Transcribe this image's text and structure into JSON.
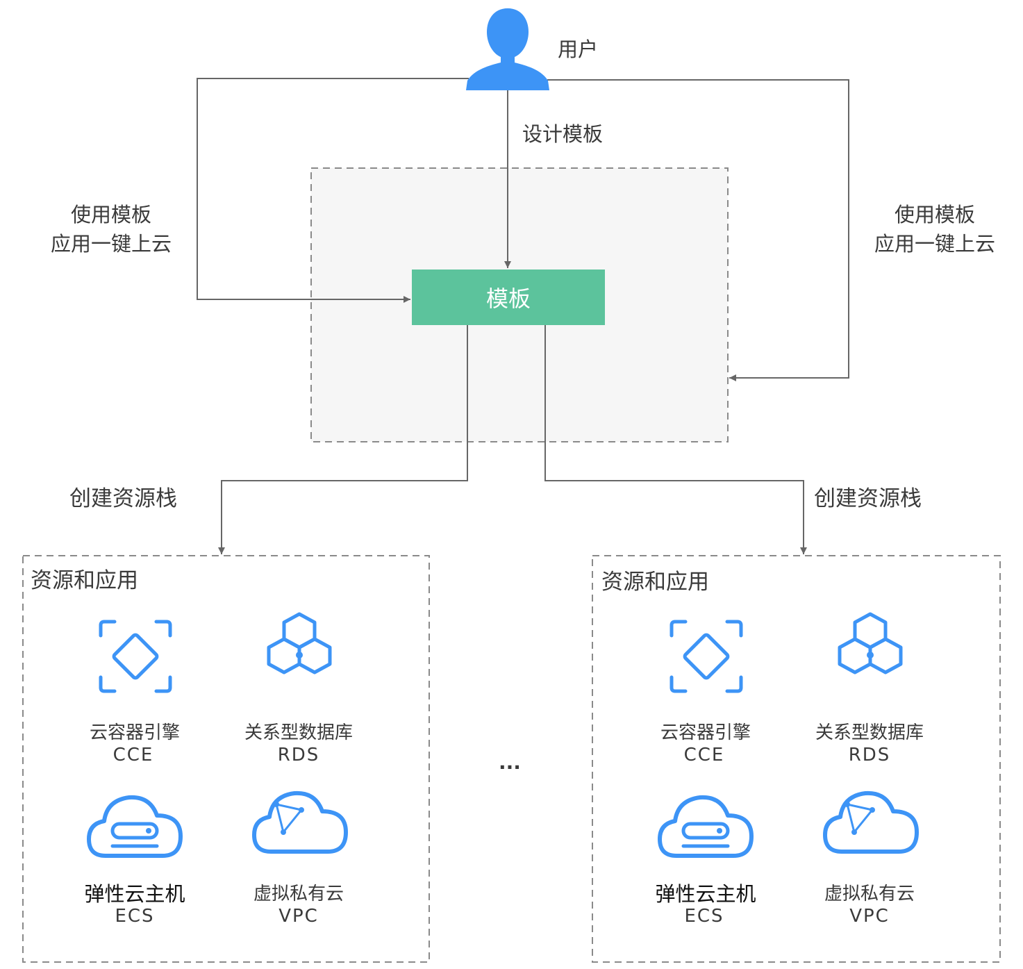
{
  "user": {
    "label": "用户",
    "icon": "user-icon"
  },
  "design_label": "设计模板",
  "template_label": "模板",
  "use_template": {
    "line1": "使用模板",
    "line2": "应用一键上云"
  },
  "create_stack_label": "创建资源栈",
  "ellipsis": "...",
  "groups": [
    {
      "title": "资源和应用",
      "services": [
        {
          "name": "云容器引擎",
          "code": "CCE",
          "icon": "cce-icon"
        },
        {
          "name": "关系型数据库",
          "code": "RDS",
          "icon": "rds-icon"
        },
        {
          "name": "弹性云主机",
          "code": "ECS",
          "icon": "ecs-icon"
        },
        {
          "name": "虚拟私有云",
          "code": "VPC",
          "icon": "vpc-icon"
        }
      ]
    },
    {
      "title": "资源和应用",
      "services": [
        {
          "name": "云容器引擎",
          "code": "CCE",
          "icon": "cce-icon"
        },
        {
          "name": "关系型数据库",
          "code": "RDS",
          "icon": "rds-icon"
        },
        {
          "name": "弹性云主机",
          "code": "ECS",
          "icon": "ecs-icon"
        },
        {
          "name": "虚拟私有云",
          "code": "VPC",
          "icon": "vpc-icon"
        }
      ]
    }
  ],
  "colors": {
    "icon_blue": "#3d94f6",
    "template_green": "#5cc39c",
    "line": "#666666",
    "dash": "#888888"
  }
}
